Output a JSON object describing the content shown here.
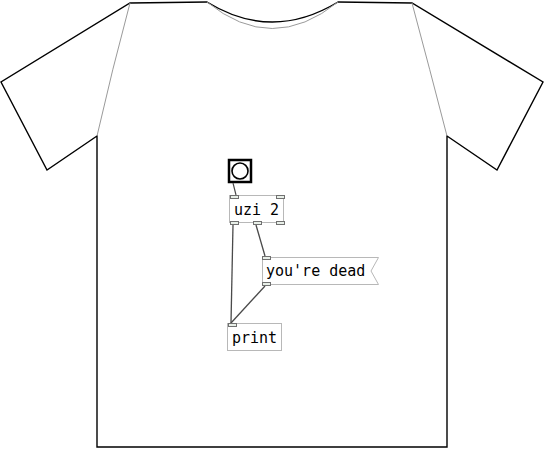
{
  "diagram": {
    "nodes": [
      {
        "text": [
          "uzi 2"
        ]
      },
      {
        "text": [
          "you're dead"
        ]
      },
      {
        "text": [
          "print"
        ]
      }
    ],
    "edges": [
      {
        "from": 0,
        "to": 2,
        "arrow": "none"
      },
      {
        "from": 0,
        "to": 1,
        "arrow": "none"
      },
      {
        "from": 1,
        "to": 2,
        "arrow": "none"
      }
    ]
  }
}
